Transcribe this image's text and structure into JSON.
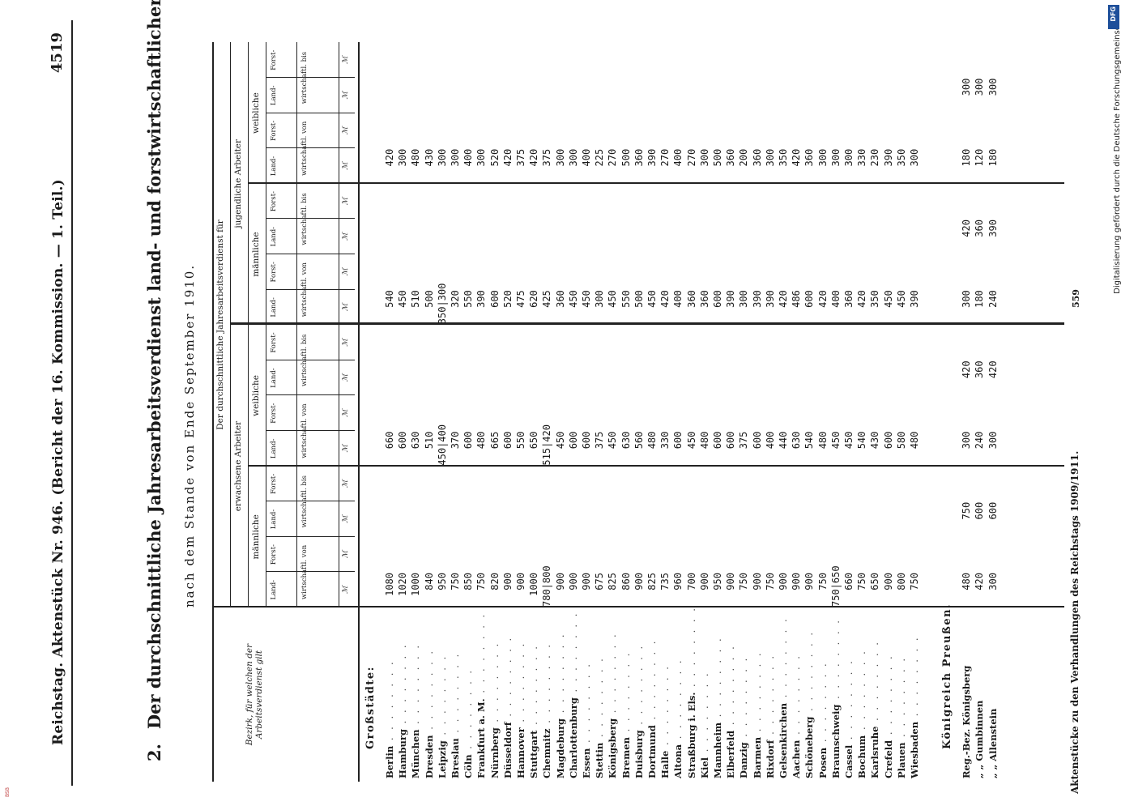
{
  "header": {
    "left": "Reichstag.   Aktenstück Nr. 946.   (Bericht der 16. Kommission. — 1. Teil.)",
    "page_number": "4519"
  },
  "title": {
    "number": "2.",
    "text": "Der durchschnittliche Jahresarbeitsverdienst land- und forstwirtschaftlicher Arbeiter",
    "subtitle": "nach dem Stande von Ende September 1910."
  },
  "table": {
    "bezirk_header": "Bezirk, für welchen der Arbeitsverdienst gilt",
    "top_header": "Der durchschnittliche Jahresarbeitsverdienst für",
    "group_adult": "erwachsene Arbeiter",
    "group_young": "jugendliche Arbeiter",
    "sex_male": "männliche",
    "sex_female": "weibliche",
    "col_land": "Land-",
    "col_forst": "Forst-",
    "row_von": "wirtschaftl. von",
    "row_bis": "wirtschaftl. bis",
    "unit": "ℳ",
    "section_cities": "Großstädte:",
    "section_prussia": "Königreich Preußen.",
    "cities": [
      {
        "name": "Berlin",
        "am": "1080",
        "af": "660",
        "jm": "540",
        "jf": "420"
      },
      {
        "name": "Hamburg",
        "am": "1020",
        "af": "600",
        "jm": "450",
        "jf": "300"
      },
      {
        "name": "München",
        "am": "1000",
        "af": "630",
        "jm": "510",
        "jf": "480"
      },
      {
        "name": "Dresden",
        "am": "840",
        "af": "510",
        "jm": "500",
        "jf": "430"
      },
      {
        "name": "Leipzig",
        "am": "950",
        "af": "450|400",
        "jm": "350|300",
        "jf": "300"
      },
      {
        "name": "Breslau",
        "am": "750",
        "af": "370",
        "jm": "320",
        "jf": "300"
      },
      {
        "name": "Cöln",
        "am": "850",
        "af": "600",
        "jm": "550",
        "jf": "400"
      },
      {
        "name": "Frankfurt a. M.",
        "am": "750",
        "af": "480",
        "jm": "390",
        "jf": "300"
      },
      {
        "name": "Nürnberg",
        "am": "820",
        "af": "665",
        "jm": "600",
        "jf": "520"
      },
      {
        "name": "Düsseldorf",
        "am": "900",
        "af": "600",
        "jm": "520",
        "jf": "420"
      },
      {
        "name": "Hannover",
        "am": "900",
        "af": "550",
        "jm": "475",
        "jf": "375"
      },
      {
        "name": "Stuttgart",
        "am": "1000",
        "af": "650",
        "jm": "620",
        "jf": "420"
      },
      {
        "name": "Chemnitz",
        "am": "780|800",
        "af": "515|420",
        "jm": "425",
        "jf": "375"
      },
      {
        "name": "Magdeburg",
        "am": "900",
        "af": "450",
        "jm": "360",
        "jf": "300"
      },
      {
        "name": "Charlottenburg",
        "am": "900",
        "af": "600",
        "jm": "450",
        "jf": "300"
      },
      {
        "name": "Essen",
        "am": "900",
        "af": "600",
        "jm": "450",
        "jf": "400"
      },
      {
        "name": "Stettin",
        "am": "675",
        "af": "375",
        "jm": "300",
        "jf": "225"
      },
      {
        "name": "Königsberg",
        "am": "825",
        "af": "450",
        "jm": "450",
        "jf": "270"
      },
      {
        "name": "Bremen",
        "am": "860",
        "af": "630",
        "jm": "550",
        "jf": "500"
      },
      {
        "name": "Duisburg",
        "am": "900",
        "af": "560",
        "jm": "500",
        "jf": "360"
      },
      {
        "name": "Dortmund",
        "am": "825",
        "af": "480",
        "jm": "450",
        "jf": "390"
      },
      {
        "name": "Halle",
        "am": "735",
        "af": "330",
        "jm": "420",
        "jf": "270"
      },
      {
        "name": "Altona",
        "am": "960",
        "af": "600",
        "jm": "400",
        "jf": "400"
      },
      {
        "name": "Straßburg i. Els.",
        "am": "700",
        "af": "450",
        "jm": "360",
        "jf": "270"
      },
      {
        "name": "Kiel",
        "am": "900",
        "af": "480",
        "jm": "360",
        "jf": "300"
      },
      {
        "name": "Mannheim",
        "am": "950",
        "af": "600",
        "jm": "600",
        "jf": "500"
      },
      {
        "name": "Elberfeld",
        "am": "900",
        "af": "600",
        "jm": "390",
        "jf": "360"
      },
      {
        "name": "Danzig",
        "am": "750",
        "af": "375",
        "jm": "300",
        "jf": "200"
      },
      {
        "name": "Barmen",
        "am": "900",
        "af": "600",
        "jm": "390",
        "jf": "360"
      },
      {
        "name": "Rixdorf",
        "am": "750",
        "af": "400",
        "jm": "390",
        "jf": "300"
      },
      {
        "name": "Gelsenkirchen",
        "am": "900",
        "af": "440",
        "jm": "420",
        "jf": "350"
      },
      {
        "name": "Aachen",
        "am": "900",
        "af": "630",
        "jm": "486",
        "jf": "420"
      },
      {
        "name": "Schöneberg",
        "am": "900",
        "af": "540",
        "jm": "600",
        "jf": "360"
      },
      {
        "name": "Posen",
        "am": "750",
        "af": "480",
        "jm": "420",
        "jf": "300"
      },
      {
        "name": "Braunschweig",
        "am": "750|650",
        "af": "450",
        "jm": "400",
        "jf": "300"
      },
      {
        "name": "Cassel",
        "am": "660",
        "af": "450",
        "jm": "360",
        "jf": "300"
      },
      {
        "name": "Bochum",
        "am": "750",
        "af": "540",
        "jm": "420",
        "jf": "330"
      },
      {
        "name": "Karlsruhe",
        "am": "650",
        "af": "430",
        "jm": "350",
        "jf": "230"
      },
      {
        "name": "Crefeld",
        "am": "900",
        "af": "600",
        "jm": "450",
        "jf": "390"
      },
      {
        "name": "Plauen",
        "am": "800",
        "af": "580",
        "jm": "450",
        "jf": "350"
      },
      {
        "name": "Wiesbaden",
        "am": "750",
        "af": "480",
        "jm": "390",
        "jf": "300"
      }
    ],
    "regions": [
      {
        "name": "Reg.-Bez. Königsberg",
        "am": "480",
        "amb": "750",
        "af": "300",
        "afb": "420",
        "jm": "300",
        "jmb": "420",
        "jf": "180",
        "jfb": "300"
      },
      {
        "name": "„  „  Gumbinnen",
        "am": "420",
        "amb": "600",
        "af": "240",
        "afb": "360",
        "jm": "180",
        "jmb": "360",
        "jf": "120",
        "jfb": "300"
      },
      {
        "name": "„  „  Allenstein",
        "am": "300",
        "amb": "600",
        "af": "300",
        "afb": "420",
        "jm": "240",
        "jmb": "390",
        "jf": "180",
        "jfb": "300"
      }
    ]
  },
  "footer": {
    "left": "Aktenstücke zu den Verhandlungen des Reichstags 1909/1911.",
    "sheet": "559"
  },
  "side_credit": "Digitalisierung gefördert durch die Deutsche Forschungsgemeinschaft",
  "logo_text": "DFG",
  "corner_mark": "BSB"
}
